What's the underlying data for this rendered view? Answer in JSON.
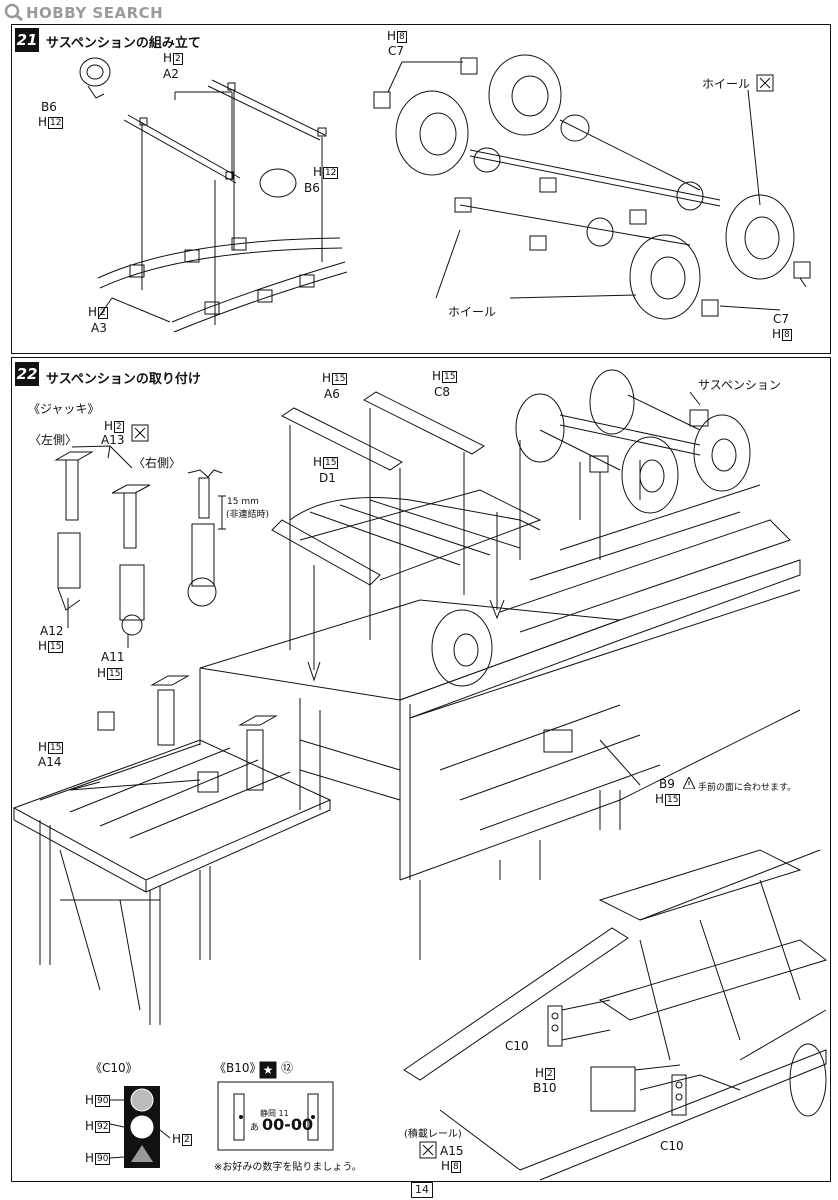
{
  "brand": {
    "name": "HOBBY SEARCH"
  },
  "step21": {
    "number": "21",
    "title": "サスペンションの組み立て",
    "labels": {
      "h8_top": "H",
      "h8_top_box": "8",
      "c7_top": "C7",
      "h2": "H",
      "h2_box": "2",
      "a2": "A2",
      "b6_left": "B6",
      "h12_left": "H",
      "h12_left_box": "12",
      "h12_right": "H",
      "h12_right_box": "12",
      "b6_right": "B6",
      "h2_bottom": "H",
      "h2_bottom_box": "2",
      "a3": "A3",
      "wheel_top": "ホイール",
      "wheel_bottom": "ホイール",
      "c7_bottom": "C7",
      "h8_bottom": "H",
      "h8_bottom_box": "8"
    }
  },
  "step22": {
    "number": "22",
    "title": "サスペンションの取り付け",
    "labels": {
      "jack": "《ジャッキ》",
      "h2": "H",
      "h2_box": "2",
      "a13": "A13",
      "left_side": "〈左側〉",
      "right_side": "〈右側〉",
      "dim": "15 mm",
      "dim_note": "(非連結時)",
      "a12": "A12",
      "h15_a12": "H",
      "h15_a12_box": "15",
      "a11": "A11",
      "h15_a11": "H",
      "h15_a11_box": "15",
      "h15_a14": "H",
      "h15_a14_box": "15",
      "a14": "A14",
      "h15_a6": "H",
      "h15_a6_box": "15",
      "a6": "A6",
      "h15_c8": "H",
      "h15_c8_box": "15",
      "c8": "C8",
      "h15_d1": "H",
      "h15_d1_box": "15",
      "d1": "D1",
      "suspension": "サスペンション",
      "b9": "B9",
      "h15_b9": "H",
      "h15_b9_box": "15",
      "b9_note": "手前の面に合わせます。",
      "c10_a": "C10",
      "h2_b10": "H",
      "h2_b10_box": "2",
      "b10": "B10",
      "c10_b": "C10",
      "rail": "(積載レール)",
      "a15": "A15",
      "h8_a15": "H",
      "h8_a15_box": "8"
    }
  },
  "detail_c10": {
    "title": "《C10》",
    "rows": [
      {
        "code": "H",
        "box": "90"
      },
      {
        "code": "H",
        "box": "92"
      },
      {
        "code": "H",
        "box": "90"
      }
    ],
    "side": {
      "code": "H",
      "box": "2"
    }
  },
  "detail_b10": {
    "title": "《B10》",
    "marker": "⑫",
    "plate_top": "静岡 11",
    "plate_prefix": "あ",
    "plate_number": "00-00",
    "note": "※お好みの数字を貼りましょう。"
  },
  "page_number": "14"
}
